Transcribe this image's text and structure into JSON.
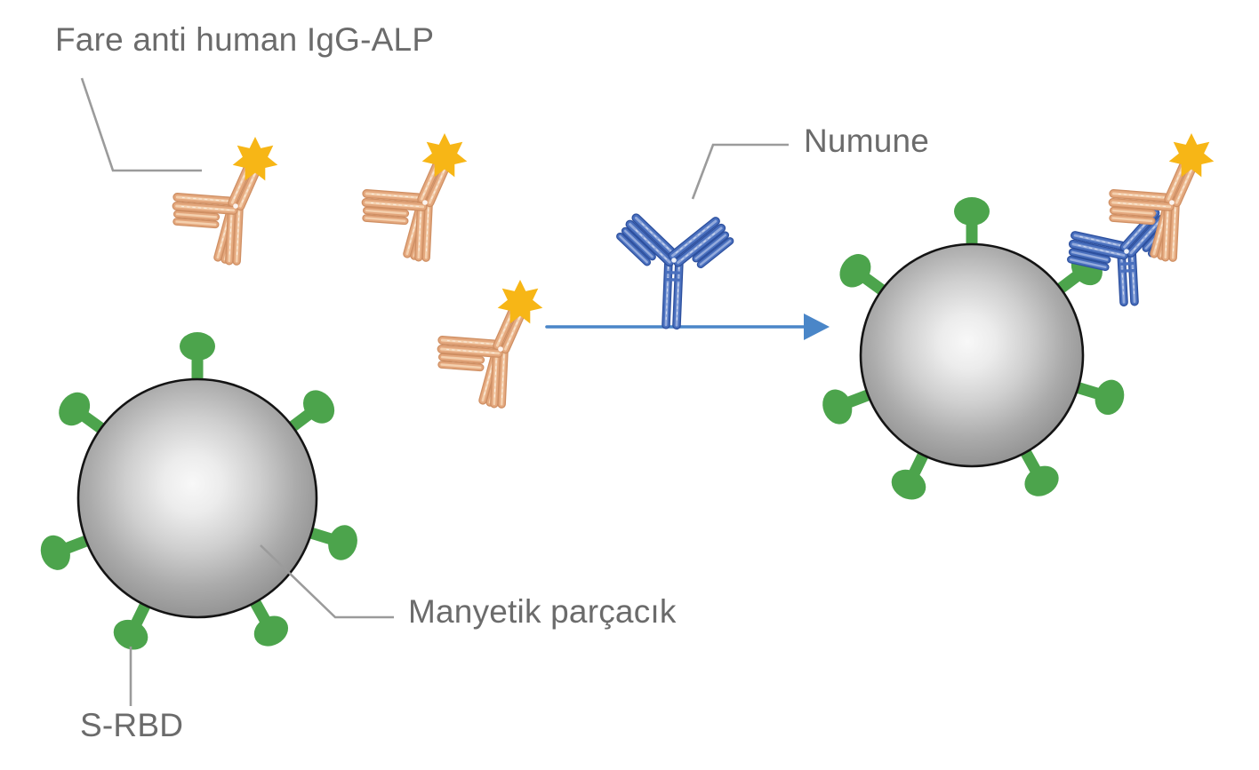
{
  "diagram": {
    "labels": {
      "detection_antibody": "Fare anti human IgG-ALP",
      "sample": "Numune",
      "magnetic_particle": "Manyetik parçacık",
      "srbd": "S-RBD"
    },
    "colors": {
      "background": "#ffffff",
      "label_text": "#6b6b6b",
      "leader_line": "#9b9b9b",
      "arrow": "#4a86c8",
      "enzyme_star": "#f7b616",
      "detection_antibody_base": "#e4a87e",
      "detection_antibody_light": "#f4d0ae",
      "detection_antibody_edge": "#cf8f63",
      "sample_antibody_base": "#4a70be",
      "sample_antibody_light": "#93aadc",
      "sample_antibody_edge": "#2c4f9e",
      "spike_green": "#4ca44c",
      "particle_outline": "#141414",
      "particle_edge_gray": "#8d8d8d"
    },
    "icons": [
      {
        "name": "detection-antibody-icon",
        "depicts": "orange Y-shaped antibody with ALP star"
      },
      {
        "name": "alp-star-icon",
        "depicts": "yellow enzyme star"
      },
      {
        "name": "sample-antibody-icon",
        "depicts": "blue Y-shaped antibody"
      },
      {
        "name": "magnetic-particle-icon",
        "depicts": "gray sphere"
      },
      {
        "name": "srbd-spike-icon",
        "depicts": "green lollipop spike"
      },
      {
        "name": "reaction-arrow-icon",
        "depicts": "blue right arrow"
      }
    ]
  }
}
